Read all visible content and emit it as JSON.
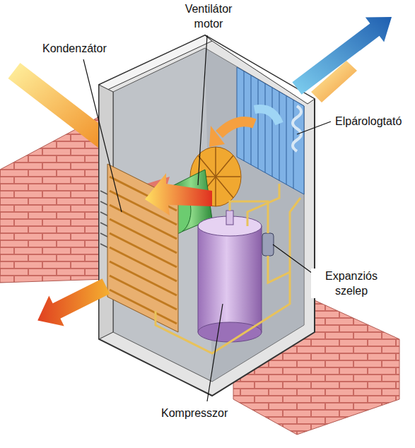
{
  "diagram": {
    "labels": [
      "Ventilátor motor",
      "Kondenzátor",
      "Elpárologtató",
      "Expanziós szelep",
      "Kompresszor"
    ]
  }
}
